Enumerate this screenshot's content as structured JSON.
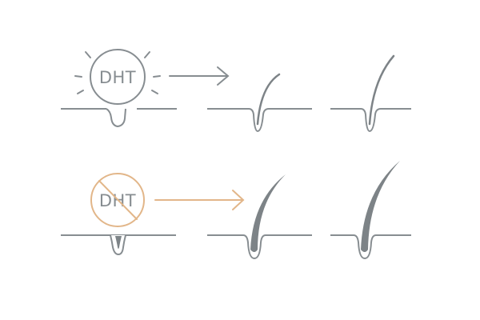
{
  "diagram": {
    "top_row": {
      "hormone_label": "DHT",
      "state": "active"
    },
    "bottom_row": {
      "hormone_label": "DHT",
      "state": "blocked"
    }
  },
  "colors": {
    "line_gray": "#878d91",
    "hair_gray": "#7d8387",
    "blocked_accent": "#e2b689",
    "background": "#ffffff"
  },
  "icons": {
    "active_hormone": "sunburst-circle-icon",
    "blocked_hormone": "prohibition-circle-icon",
    "arrow": "arrow-right-icon",
    "hair_follicle": "hair-follicle-icon"
  }
}
